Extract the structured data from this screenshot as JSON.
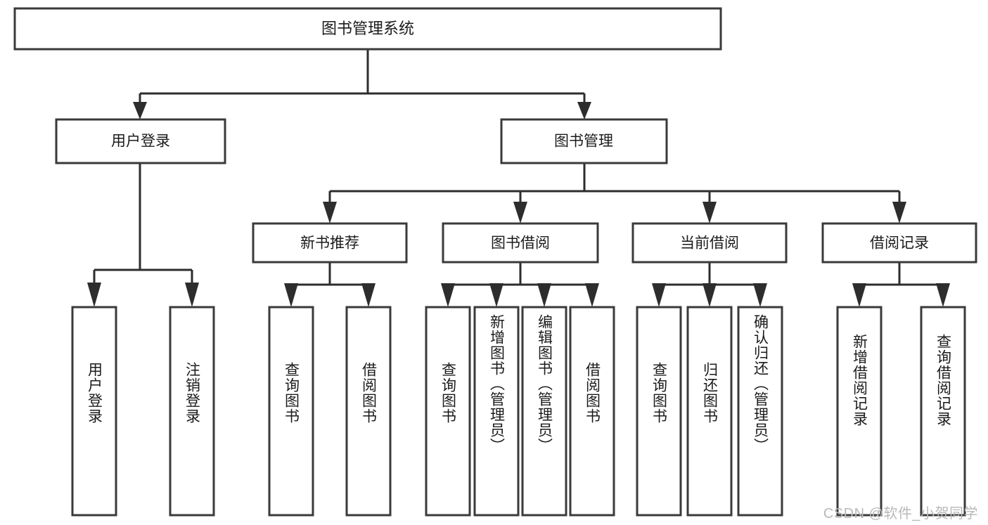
{
  "diagram": {
    "type": "tree-hierarchy-chart",
    "title": "图书管理系统",
    "line_color": "#2d2d2d",
    "box_fill": "#ffffff",
    "box_stroke": "#3a3a3a",
    "text_color": "#1b1b1b",
    "root": {
      "label": "图书管理系统",
      "level": 0
    },
    "level2": [
      {
        "label": "用户登录"
      },
      {
        "label": "图书管理"
      }
    ],
    "level3": [
      {
        "label": "新书推荐"
      },
      {
        "label": "图书借阅"
      },
      {
        "label": "当前借阅"
      },
      {
        "label": "借阅记录"
      }
    ],
    "leaves": {
      "user_login": [
        {
          "label": "用户登录"
        },
        {
          "label": "注销登录"
        }
      ],
      "new_book_recommend": [
        {
          "label": "查询图书"
        },
        {
          "label": "借阅图书"
        }
      ],
      "book_borrow": [
        {
          "label": "查询图书"
        },
        {
          "label": "新增图书（管理员）"
        },
        {
          "label": "编辑图书（管理员）"
        },
        {
          "label": "借阅图书"
        }
      ],
      "current_borrow": [
        {
          "label": "查询图书"
        },
        {
          "label": "归还图书"
        },
        {
          "label": "确认归还（管理员）"
        }
      ],
      "borrow_record": [
        {
          "label": "新增借阅记录"
        },
        {
          "label": "查询借阅记录"
        }
      ]
    }
  },
  "watermark": {
    "text": "CSDN @软件_小贺同学",
    "color": "#b9b9b9"
  }
}
